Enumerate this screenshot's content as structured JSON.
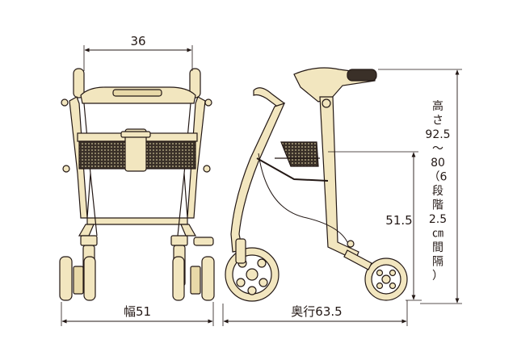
{
  "front_view": {
    "handle_width": "36",
    "overall_width": "幅51"
  },
  "side_view": {
    "depth": "奥行63.5",
    "seat_height": "51.5",
    "height_lines": [
      "高",
      "さ",
      "92.5",
      "〜",
      "80",
      "（6",
      "段",
      "階",
      "2.5",
      "㎝",
      "間",
      "隔",
      "）"
    ]
  },
  "colors": {
    "frame_fill": "#f2e6bf",
    "outline": "#231815",
    "mesh": "#3a3028"
  }
}
